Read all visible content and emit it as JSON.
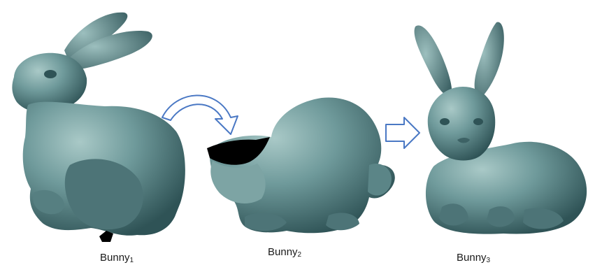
{
  "captions": [
    {
      "base": "Bunny",
      "sub": "1"
    },
    {
      "base": "Bunny",
      "sub": "2"
    },
    {
      "base": "Bunny",
      "sub": "3"
    }
  ],
  "colors": {
    "mesh_fill": "#5f8a8c",
    "mesh_light": "#8fb3b2",
    "mesh_dark": "#2f5356",
    "hole": "#000000",
    "arrow_stroke": "#4a78c4",
    "arrow_fill": "#ffffff"
  },
  "icons": {
    "curved_arrow": "curved-arrow-icon",
    "right_arrow": "right-arrow-icon"
  }
}
